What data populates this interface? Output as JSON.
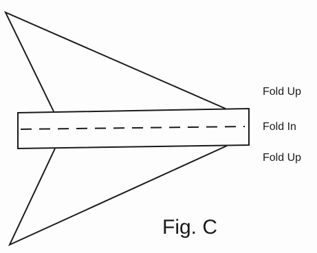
{
  "labels": {
    "fold_up_top": "Fold Up",
    "fold_in": "Fold In",
    "fold_up_bottom": "Fold Up"
  },
  "caption": "Fig. C",
  "colors": {
    "line": "#1a1a1a",
    "background": "#fdfdfd"
  }
}
